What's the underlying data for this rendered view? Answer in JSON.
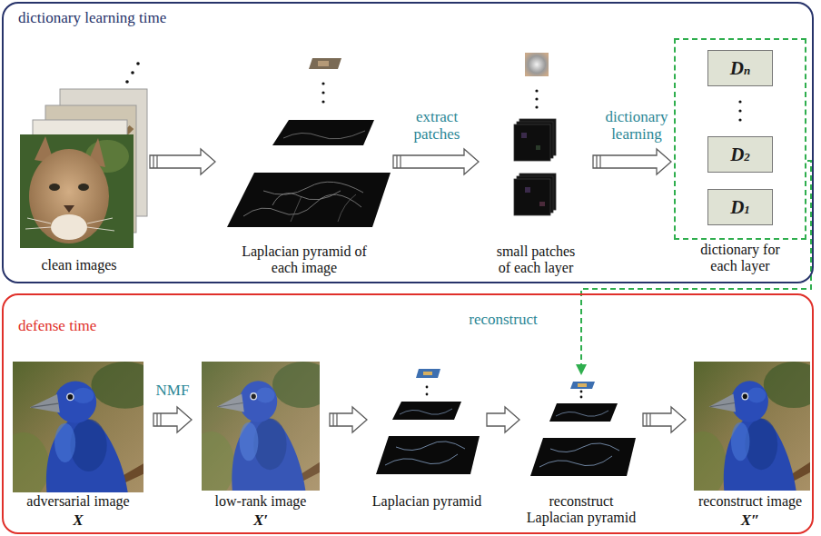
{
  "diagram": {
    "nodes": [
      {
        "text": [
          "dictionary learning time"
        ]
      },
      {
        "text": [
          "clean images"
        ],
        "in": 0
      },
      {
        "text": [
          "Laplacian pyramid of each image"
        ],
        "in": 0
      },
      {
        "text": [
          "small patches of each layer"
        ],
        "in": 0
      },
      {
        "text": [
          "dictionary for each layer"
        ],
        "in": 0
      },
      {
        "text": [
          "Dn"
        ],
        "in": 4
      },
      {
        "text": [
          "D2"
        ],
        "in": 4
      },
      {
        "text": [
          "D1"
        ],
        "in": 4
      },
      {
        "text": [
          "defense time"
        ]
      },
      {
        "text": [
          "adversarial image",
          "X"
        ],
        "in": 8
      },
      {
        "text": [
          "low-rank image",
          "X′"
        ],
        "in": 8
      },
      {
        "text": [
          "Laplacian pyramid"
        ],
        "in": 8
      },
      {
        "text": [
          "reconstruct Laplacian pyramid"
        ],
        "in": 8
      },
      {
        "text": [
          "reconstruct image",
          "X″"
        ],
        "in": 8
      }
    ],
    "edges": [
      {
        "from": 1,
        "to": 2,
        "arrow": "to"
      },
      {
        "from": 2,
        "to": 3,
        "label": "extract patches",
        "arrow": "to"
      },
      {
        "from": 3,
        "to": 4,
        "label": "dictionary learning",
        "arrow": "to"
      },
      {
        "from": 9,
        "to": 10,
        "label": "NMF",
        "arrow": "to"
      },
      {
        "from": 10,
        "to": 11,
        "arrow": "to"
      },
      {
        "from": 11,
        "to": 12,
        "label": "reconstruct",
        "arrow": "to"
      },
      {
        "from": 12,
        "to": 13,
        "arrow": "to"
      },
      {
        "from": 4,
        "to": 12,
        "arrow": "to"
      }
    ]
  }
}
